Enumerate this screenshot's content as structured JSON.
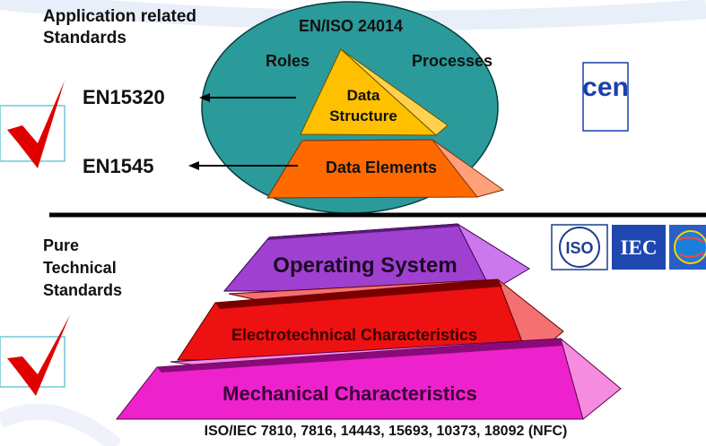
{
  "top_section": {
    "label_line1": "Application related",
    "label_line2": "Standards",
    "ellipse_title": "EN/ISO 24014",
    "roles": "Roles",
    "processes": "Processes",
    "pyramid_top_line1": "Data",
    "pyramid_top_line2": "Structure",
    "pyramid_bottom": "Data Elements",
    "standard_1": "EN15320",
    "standard_2": "EN1545"
  },
  "bottom_section": {
    "label_line1": "Pure",
    "label_line2": "Technical",
    "label_line3": "Standards",
    "tier_1": "Operating System",
    "tier_2": "Electrotechnical Characteristics",
    "tier_3": "Mechanical Characteristics",
    "footer": "ISO/IEC 7810, 7816, 14443, 15693, 10373, 18092 (NFC)"
  },
  "logos": {
    "cen": "cen",
    "iso": "ISO",
    "iec": "IEC"
  },
  "colors": {
    "ellipse": "#2a9a9a",
    "pyramid_top": "#ffc000",
    "pyramid_bottom": "#ff6a00",
    "tier_1": "#a040d0",
    "tier_2": "#ee1111",
    "tier_3": "#ee22cc",
    "checkmark": "#e00000",
    "cen_blue": "#1a3fb0"
  }
}
